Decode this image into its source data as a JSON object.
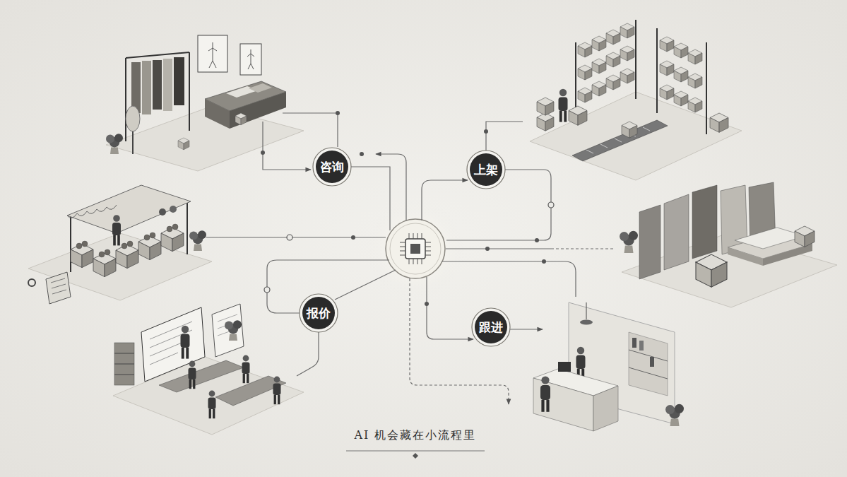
{
  "diagram": {
    "caption": "AI 机会藏在小流程里",
    "nodes": [
      {
        "text": [
          "咨询"
        ]
      },
      {
        "text": [
          "上架"
        ]
      },
      {
        "text": [
          "报价"
        ]
      },
      {
        "text": [
          "跟进"
        ]
      }
    ]
  }
}
